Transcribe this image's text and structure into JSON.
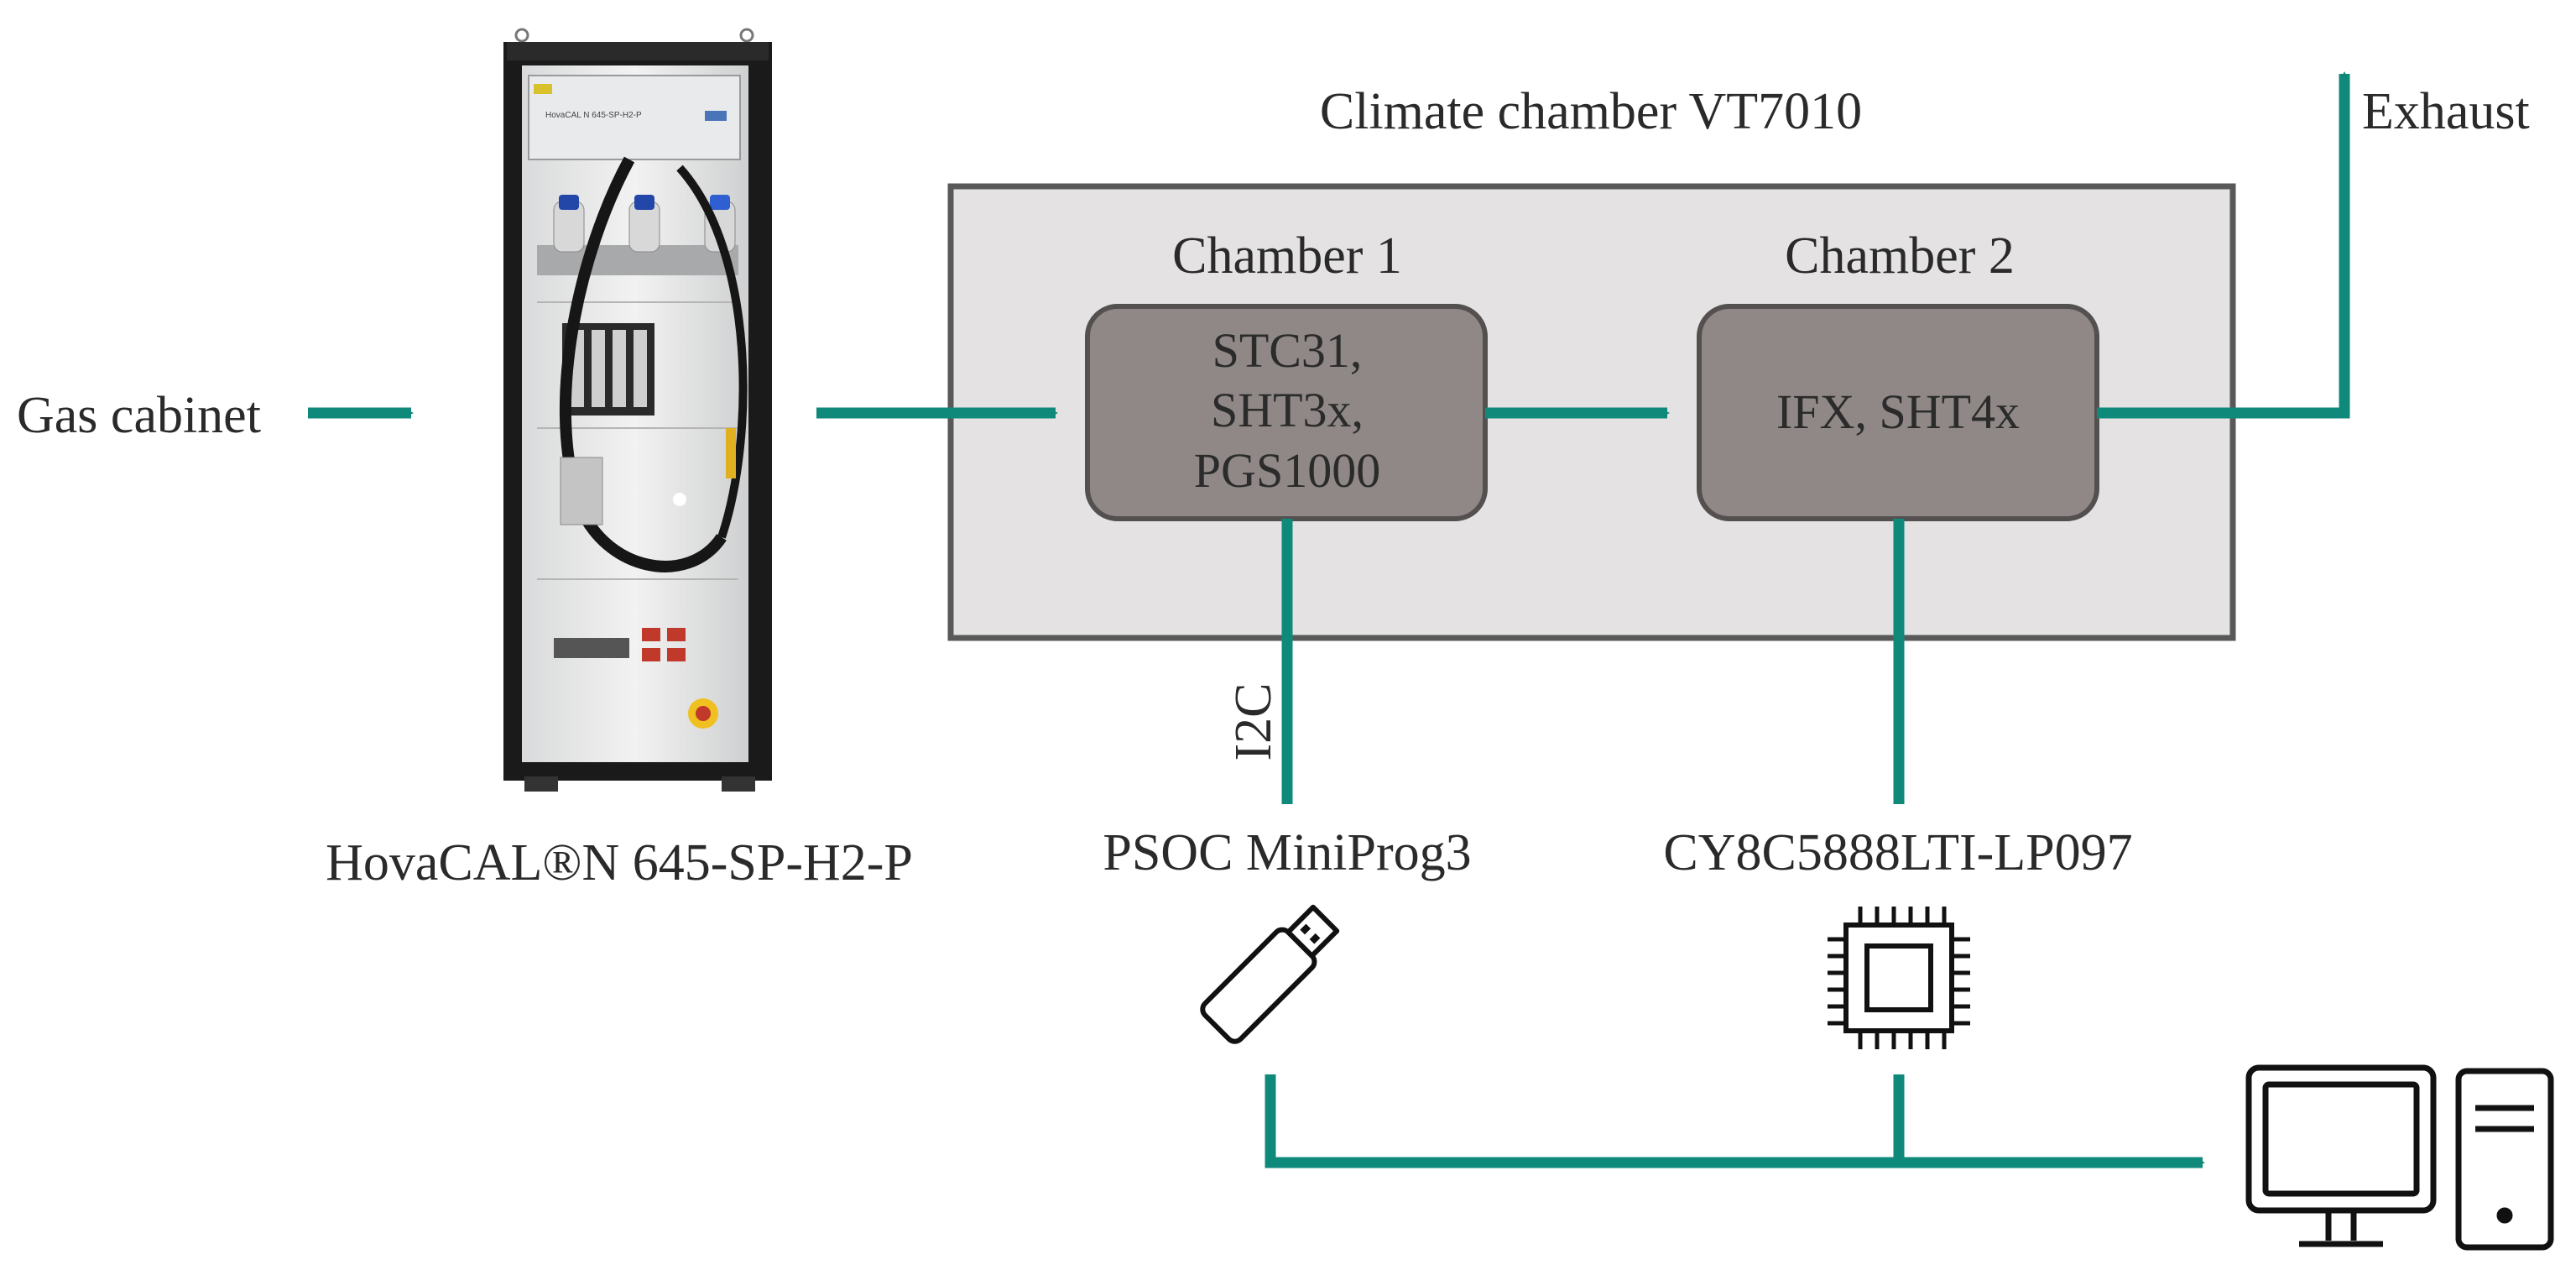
{
  "colors": {
    "flow": "#0f8a7a",
    "chamber_fill": "#e4e2e2",
    "chamber_border": "#595959",
    "sensor_box_fill": "#8f8886",
    "sensor_box_border": "#555050",
    "text": "#2a2a2a"
  },
  "labels": {
    "gas_cabinet": "Gas cabinet",
    "calibrator": "HovaCAL®N 645-SP-H2-P",
    "climate_chamber": "Climate chamber VT7010",
    "exhaust": "Exhaust",
    "i2c": "I2C",
    "programmer": "PSOC MiniProg3",
    "mcu": "CY8C5888LTI-LP097"
  },
  "chamber1": {
    "title": "Chamber 1",
    "lines": [
      "STC31,",
      "SHT3x,",
      "PGS1000"
    ]
  },
  "chamber2": {
    "title": "Chamber 2",
    "lines": [
      "IFX, SHT4x"
    ]
  },
  "device_panel": {
    "title_plate": "HovaCAL N 645-SP-H2-P"
  },
  "icons": {
    "cabinet": "gas-calibrator-cabinet-photo",
    "usb": "usb-stick-icon",
    "chip": "microchip-icon",
    "computer": "desktop-computer-icon"
  }
}
